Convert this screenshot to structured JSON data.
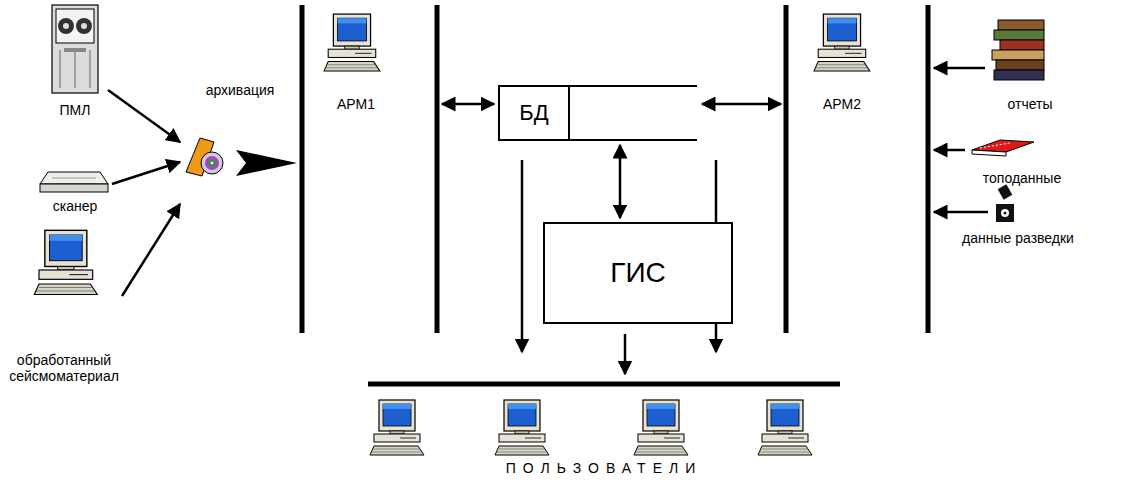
{
  "diagram": {
    "nodes": [
      {
        "text": [
          "БД"
        ]
      },
      {
        "text": [
          "ГИС"
        ]
      }
    ],
    "edges": [
      {
        "from": 0,
        "to": 1,
        "arrow": "both"
      }
    ],
    "labels": [
      "ПМЛ",
      "сканер",
      "обработанный сейсмоматериал",
      "архивация",
      "АРМ1",
      "АРМ2",
      "отчеты",
      "топоданные",
      "данные разведки",
      "ПОЛЬЗОВАТЕЛИ"
    ]
  }
}
